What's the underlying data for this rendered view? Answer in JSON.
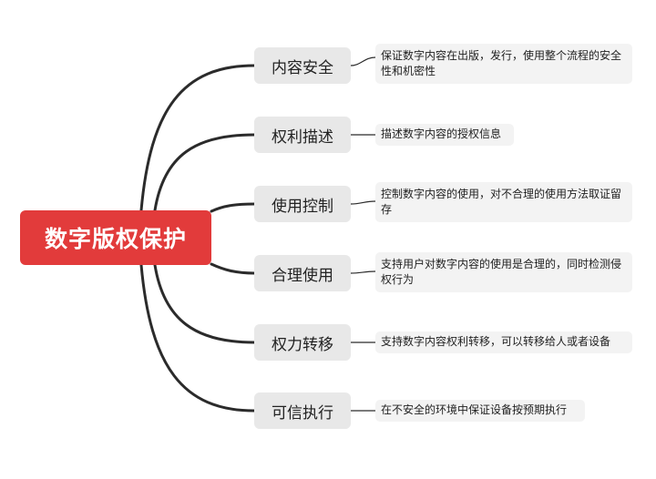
{
  "root": {
    "label": "数字版权保护"
  },
  "branches": [
    {
      "label": "内容安全",
      "detail": "保证数字内容在出版，发行，使用整个流程的安全性和机密性"
    },
    {
      "label": "权利描述",
      "detail": "描述数字内容的授权信息"
    },
    {
      "label": "使用控制",
      "detail": "控制数字内容的使用，对不合理的使用方法取证留存"
    },
    {
      "label": "合理使用",
      "detail": "支持用户对数字内容的使用是合理的，同时检测侵权行为"
    },
    {
      "label": "权力转移",
      "detail": "支持数字内容权利转移，可以转移给人或者设备"
    },
    {
      "label": "可信执行",
      "detail": "在不安全的环境中保证设备按预期执行"
    }
  ],
  "colors": {
    "root": "#e23b3b",
    "branch_bg": "#e8e8e8",
    "leaf_bg": "#f3f3f3",
    "line": "#2b2b2b"
  }
}
